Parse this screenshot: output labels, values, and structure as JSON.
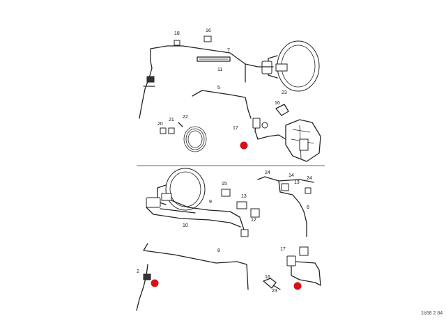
{
  "callouts_top": {
    "c18": "18",
    "c16": "16",
    "c7": "7",
    "c11": "11",
    "c5": "5",
    "c23": "23",
    "c16b": "16",
    "c20": "20",
    "c21": "21",
    "c22": "22",
    "c17": "17"
  },
  "callouts_bottom": {
    "c24": "24",
    "c14": "14",
    "c13": "13",
    "c24b": "24",
    "c15": "15",
    "c13b": "13",
    "c9": "9",
    "c12": "12",
    "c6": "6",
    "c10": "10",
    "c8": "8",
    "c2": "2",
    "c17": "17",
    "c16": "16",
    "c23": "23"
  },
  "highlight_color": "#d8101c",
  "watermark": "1b58 2 84"
}
